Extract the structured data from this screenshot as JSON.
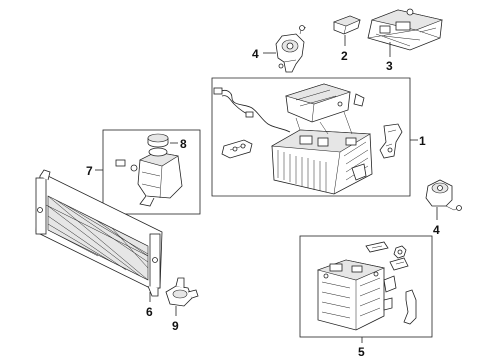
{
  "callouts": {
    "c1": "1",
    "c2": "2",
    "c3": "3",
    "c4a": "4",
    "c4b": "4",
    "c5": "5",
    "c6": "6",
    "c7": "7",
    "c8": "8",
    "c9": "9"
  }
}
